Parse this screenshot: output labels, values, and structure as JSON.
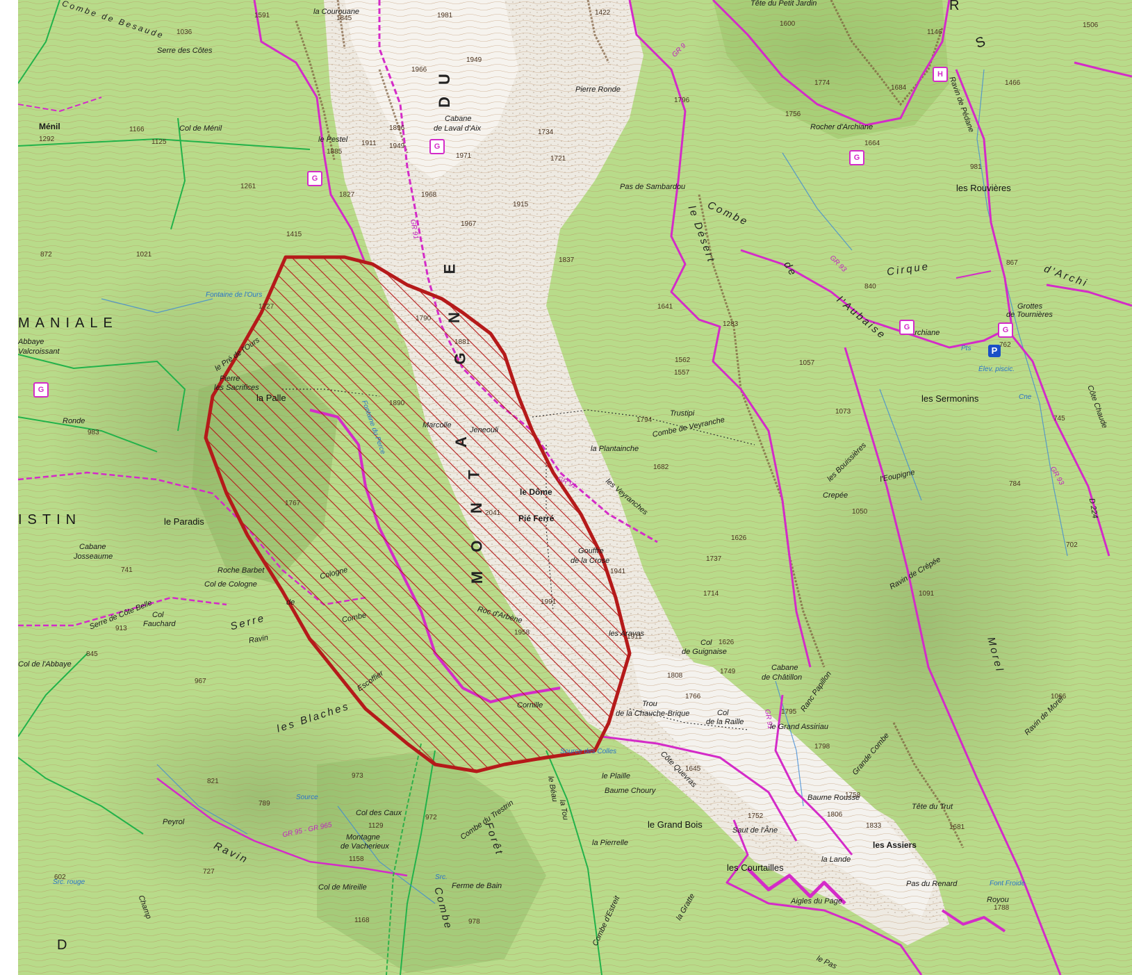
{
  "map": {
    "colors": {
      "forest": "#b8db8a",
      "forest_dark": "#9cc66c",
      "rock": "#eeeae2",
      "contour": "#b5865a",
      "cliff": "#7a5a3a",
      "trail": "#d42bc8",
      "road": "#d42bc8",
      "water": "#3d8ad6",
      "boundary": "#22b24a",
      "hatch": "#b51a1a"
    },
    "massif_letters": [
      "M",
      "O",
      "N",
      "T",
      "A",
      "G",
      "N",
      "E"
    ],
    "massif_letters_upper": [
      "D",
      "U"
    ],
    "area_labels": [
      {
        "id": "maniale",
        "text": "MANIALE"
      },
      {
        "id": "istin",
        "text": "ISTIN"
      },
      {
        "id": "r",
        "text": "R"
      },
      {
        "id": "s",
        "text": "S"
      },
      {
        "id": "do",
        "text": "D"
      }
    ],
    "hill_labels": [
      {
        "id": "combe-desert-1",
        "text": "Combe"
      },
      {
        "id": "combe-desert-2",
        "text": "le Désert"
      },
      {
        "id": "combe-desert-3",
        "text": "de"
      },
      {
        "id": "aubaise",
        "text": "l'Aubaise"
      },
      {
        "id": "cirque",
        "text": "Cirque"
      },
      {
        "id": "archiane-cirque",
        "text": "d'Archi"
      },
      {
        "id": "serre",
        "text": "Serre"
      },
      {
        "id": "ravin-de-fonta",
        "text": "Ravin"
      },
      {
        "id": "combe-bottom",
        "text": "Combe"
      },
      {
        "id": "foret",
        "text": "Forêt"
      },
      {
        "id": "morel",
        "text": "Morel"
      },
      {
        "id": "blaches",
        "text": "les Blaches"
      },
      {
        "id": "combe-besaude",
        "text": "Combe de Besaude"
      }
    ],
    "places": [
      {
        "id": "menil",
        "text": "Ménil"
      },
      {
        "id": "col-de-menil",
        "text": "Col de Ménil"
      },
      {
        "id": "serre-des-cotes",
        "text": "Serre des Côtes"
      },
      {
        "id": "abbaye",
        "text": "Abbaye"
      },
      {
        "id": "valcroissant",
        "text": "Valcroissant"
      },
      {
        "id": "ronde",
        "text": "Ronde"
      },
      {
        "id": "le-paradis",
        "text": "le Paradis"
      },
      {
        "id": "cabane-josseaume-1",
        "text": "Cabane"
      },
      {
        "id": "cabane-josseaume-2",
        "text": "Josseaume"
      },
      {
        "id": "roche-barbet",
        "text": "Roche Barbet"
      },
      {
        "id": "col-de-cologne",
        "text": "Col de Cologne"
      },
      {
        "id": "serre-de-cote-belle",
        "text": "Serre de Côte Belle"
      },
      {
        "id": "col-fauchard-1",
        "text": "Col"
      },
      {
        "id": "col-fauchard-2",
        "text": "Fauchard"
      },
      {
        "id": "col-de-labbaye",
        "text": "Col de l'Abbaye"
      },
      {
        "id": "le-pre-de-lours",
        "text": "le Pré de l'Ours"
      },
      {
        "id": "pierre-sacrifices-1",
        "text": "Pierre"
      },
      {
        "id": "pierre-sacrifices-2",
        "text": "les Sacrifices"
      },
      {
        "id": "la-palle",
        "text": "la Palle"
      },
      {
        "id": "la-courouane",
        "text": "la Courouane"
      },
      {
        "id": "le-pestel",
        "text": "le Pestel"
      },
      {
        "id": "cabane-laval-1",
        "text": "Cabane"
      },
      {
        "id": "cabane-laval-2",
        "text": "de Laval d'Aix"
      },
      {
        "id": "pierre-ronde",
        "text": "Pierre Ronde"
      },
      {
        "id": "pas-de-sambardou",
        "text": "Pas de Sambardou"
      },
      {
        "id": "tete-du-petit-jardin",
        "text": "Tête du Petit Jardin"
      },
      {
        "id": "rocher-darchiane",
        "text": "Rocher d'Archiane"
      },
      {
        "id": "les-rouvieres",
        "text": "les Rouvières"
      },
      {
        "id": "archiane",
        "text": "Archiane"
      },
      {
        "id": "grottes-1",
        "text": "Grottes"
      },
      {
        "id": "grottes-2",
        "text": "de Tournières"
      },
      {
        "id": "les-sermonins",
        "text": "les Sermonins"
      },
      {
        "id": "marcolle",
        "text": "Marcolle"
      },
      {
        "id": "jeneouli",
        "text": "Jeneouli"
      },
      {
        "id": "la-plantainche",
        "text": "la Plantainche"
      },
      {
        "id": "trustipi",
        "text": "Trustipi"
      },
      {
        "id": "combe-veyranche",
        "text": "Combe de Veyranche"
      },
      {
        "id": "le-dome-1",
        "text": "le Dôme"
      },
      {
        "id": "le-dome-2",
        "text": "Pié Ferré"
      },
      {
        "id": "les-veyranches",
        "text": "les Veyranches"
      },
      {
        "id": "gouffre-1",
        "text": "Gouffre"
      },
      {
        "id": "gouffre-2",
        "text": "de la Crose"
      },
      {
        "id": "roc-darbene",
        "text": "Roc d'Arbène"
      },
      {
        "id": "les-aravas",
        "text": "les Aravas"
      },
      {
        "id": "col-guignaise-1",
        "text": "Col"
      },
      {
        "id": "col-guignaise-2",
        "text": "de Guignaise"
      },
      {
        "id": "cabane-chatillon-1",
        "text": "Cabane"
      },
      {
        "id": "cabane-chatillon-2",
        "text": "de Châtillon"
      },
      {
        "id": "trou-1",
        "text": "Trou"
      },
      {
        "id": "trou-2",
        "text": "de la Chauche-Brique"
      },
      {
        "id": "col-raille-1",
        "text": "Col"
      },
      {
        "id": "col-raille-2",
        "text": "de la Raille"
      },
      {
        "id": "grand-assiriau",
        "text": "le Grand Assiriau"
      },
      {
        "id": "grande-combe",
        "text": "Grande Combe"
      },
      {
        "id": "ranc-papillon",
        "text": "Ranc Papillon"
      },
      {
        "id": "les-bouissieres",
        "text": "les Bouissières"
      },
      {
        "id": "crepee",
        "text": "Crepée"
      },
      {
        "id": "leoupigne",
        "text": "l'Eoupigne"
      },
      {
        "id": "ravin-de-crepee",
        "text": "Ravin de Crépée"
      },
      {
        "id": "cote-chaude",
        "text": "Côte Chaude"
      },
      {
        "id": "ravin-de-pedane",
        "text": "Ravin de Pédane"
      },
      {
        "id": "ravin-de-morel",
        "text": "Ravin de Morel"
      },
      {
        "id": "le-plaille",
        "text": "le Plaille"
      },
      {
        "id": "baume-choury",
        "text": "Baume Choury"
      },
      {
        "id": "cote-quevras",
        "text": "Côte Quevras"
      },
      {
        "id": "le-grand-bois",
        "text": "le Grand Bois"
      },
      {
        "id": "la-pierrelle",
        "text": "la Pierrelle"
      },
      {
        "id": "baume-rousse",
        "text": "Baume Rousse"
      },
      {
        "id": "saut-de-lane",
        "text": "Saut de l'Âne"
      },
      {
        "id": "tete-du-trut",
        "text": "Tête du Trut"
      },
      {
        "id": "les-assiers",
        "text": "les Assiers"
      },
      {
        "id": "la-lande",
        "text": "la Lande"
      },
      {
        "id": "les-courtailles",
        "text": "les Courtailles"
      },
      {
        "id": "pas-du-renard",
        "text": "Pas du Renard"
      },
      {
        "id": "royou",
        "text": "Royou"
      },
      {
        "id": "aigles-du-page",
        "text": "Aigles du Page"
      },
      {
        "id": "col-des-caux",
        "text": "Col des Caux"
      },
      {
        "id": "montagne-vacherieux-1",
        "text": "Montagne"
      },
      {
        "id": "montagne-vacherieux-2",
        "text": "de Vacherieux"
      },
      {
        "id": "combe-du-trestrin",
        "text": "Combe du Trestrin"
      },
      {
        "id": "ferme-de-bain",
        "text": "Ferme de Bain"
      },
      {
        "id": "col-de-mireille",
        "text": "Col de Mireille"
      },
      {
        "id": "peyrol",
        "text": "Peyrol"
      },
      {
        "id": "la-gratte",
        "text": "la Gratte"
      },
      {
        "id": "combe-estreit",
        "text": "Combe d'Estreit"
      },
      {
        "id": "champ",
        "text": "Champ"
      },
      {
        "id": "le-pas",
        "text": "le Pas"
      },
      {
        "id": "cologne",
        "text": "Cologne"
      },
      {
        "id": "comba",
        "text": "Combe"
      },
      {
        "id": "lescoffier",
        "text": "Escoffier"
      },
      {
        "id": "cornille",
        "text": "Cornille"
      },
      {
        "id": "ravin-de-combe",
        "text": "Ravin"
      },
      {
        "id": "de-serre",
        "text": "de"
      },
      {
        "id": "lebeau",
        "text": "le Béau"
      },
      {
        "id": "la-tou",
        "text": "la Tou"
      },
      {
        "id": "d224",
        "text": "D 224"
      }
    ],
    "trail_labels": [
      {
        "id": "gr91-upper",
        "text": "GR 91"
      },
      {
        "id": "gr91-mid",
        "text": "GR 91"
      },
      {
        "id": "gr91-lower",
        "text": "GR 91"
      },
      {
        "id": "gr93",
        "text": "GR 93"
      },
      {
        "id": "gr93-right",
        "text": "GR 93"
      },
      {
        "id": "gr95",
        "text": "GR 95 - GR 965"
      },
      {
        "id": "gr9-top",
        "text": "GR 9"
      }
    ],
    "springs": [
      {
        "id": "fontaine-lours",
        "text": "Fontaine de l'Ours"
      },
      {
        "id": "font-perc",
        "text": "Fontaine du Perce"
      },
      {
        "id": "source-colle",
        "text": "Source des Colles"
      },
      {
        "id": "source-bottom",
        "text": "Source"
      },
      {
        "id": "font-froide",
        "text": "Font Froide"
      },
      {
        "id": "elev-piscicole",
        "text": "Élev. piscic."
      },
      {
        "id": "cne",
        "text": "Cne"
      },
      {
        "id": "pts",
        "text": "Pts"
      },
      {
        "id": "src-left",
        "text": "Src. rouge"
      },
      {
        "id": "src-mid",
        "text": "Src."
      }
    ],
    "altitudes": [
      "1591",
      "1036",
      "1845",
      "1981",
      "1422",
      "1600",
      "1506",
      "1949",
      "1966",
      "1146",
      "1774",
      "1684",
      "1756",
      "1466",
      "1664",
      "1896",
      "1911",
      "1949",
      "1734",
      "1721",
      "1971",
      "1885",
      "1968",
      "1915",
      "1967",
      "1827",
      "1837",
      "1796",
      "1292",
      "1166",
      "1125",
      "1261",
      "1415",
      "872",
      "1021",
      "1727",
      "1641",
      "1283",
      "1562",
      "1057",
      "1073",
      "840",
      "867",
      "762",
      "981",
      "1557",
      "1794",
      "1682",
      "745",
      "1050",
      "784",
      "702",
      "1626",
      "1737",
      "1714",
      "1941",
      "1091",
      "1066",
      "1758",
      "1766",
      "1795",
      "1798",
      "1645",
      "1752",
      "1806",
      "1833",
      "1681",
      "1788",
      "983",
      "741",
      "913",
      "845",
      "967",
      "821",
      "973",
      "789",
      "972",
      "1129",
      "1158",
      "727",
      "602",
      "1168",
      "978",
      "1890",
      "1911",
      "1808",
      "1749",
      "1626",
      "2041",
      "1991",
      "1958",
      "1790",
      "1881",
      "1767"
    ],
    "poi_labels": [
      "G",
      "G",
      "G",
      "G",
      "G",
      "G",
      "H",
      "P"
    ]
  }
}
